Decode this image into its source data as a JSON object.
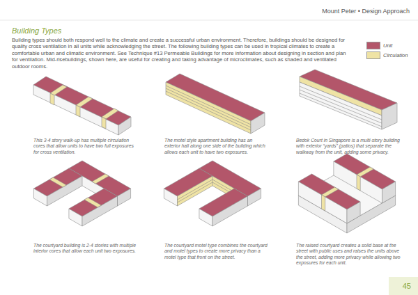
{
  "diagram": {
    "title": "Building Types",
    "labels": [
      "Mount Peter • Design Approach",
      "Building types should both respond well to the climate and create a successful urban environment. Therefore, buildings should be designed for quality cross ventilation in all units while acknowledging the street. The following building types can be used in tropical climates to create a comfortable urban and climatic environment. See Technique #13 Permeable Buildings for more information about designing in section and plan for ventilation. Mid-risebuildings, shown here, are useful for creating and taking advantage of microclimates, such as shaded and ventilated outdoor rooms.",
      "This 3-4 story walk-up has multiple circulation cores that allow units to have two full exposures for cross ventilation.",
      "The motel style apartment building has an exterior hall along one side of the building which allows each unit to have two exposures.",
      "Bedok Court in Singapore is a multi-story building with exterior “yards” (patios) that separate the walkway from the unit, adding some privacy.",
      "The courtyard building is 2-4 stories with multiple interior cores that allow each unit two exposures.",
      "The courtyard motel type combines the courtyard and motel types to create more privacy than a motel type that front on the street.",
      "The raised courtyard creates a solid base at the street with public uses and raises the units above the street, adding more privacy while allowing two exposures for each unit.",
      "45"
    ],
    "legend": [
      {
        "text": "Unit",
        "color": "#b3566a"
      },
      {
        "text": "Circulation",
        "color": "#efe3a5"
      }
    ]
  }
}
